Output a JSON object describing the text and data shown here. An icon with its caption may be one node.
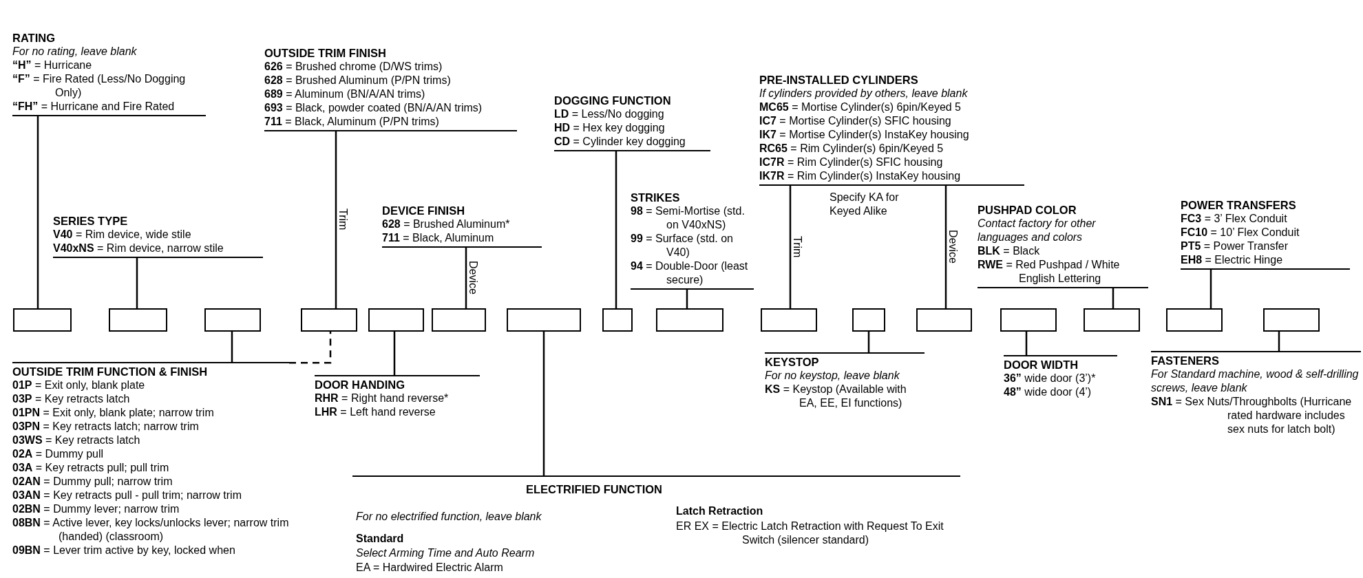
{
  "diagram": {
    "nodes": [
      {
        "text": [
          "RATING",
          "For no rating, leave blank",
          "**“H”** = Hurricane",
          "**“F”** = Fire Rated (Less/No Dogging Only)",
          "**“FH”** = Hurricane and Fire Rated"
        ]
      },
      {
        "text": [
          "SERIES TYPE",
          "**V40** = Rim device, wide stile",
          "**V40xNS** = Rim device, narrow stile"
        ]
      },
      {
        "text": [
          "OUTSIDE TRIM FINISH",
          "**626** = Brushed chrome (D/WS trims)",
          "**628** = Brushed Aluminum (P/PN trims)",
          "**689** = Aluminum (BN/A/AN trims)",
          "**693** = Black, powder coated (BN/A/AN trims)",
          "**711** = Black, Aluminum (P/PN trims)"
        ]
      },
      {
        "text": [
          "DEVICE FINISH",
          "**628** = Brushed Aluminum*",
          "**711** = Black, Aluminum"
        ]
      },
      {
        "text": [
          "DOGGING FUNCTION",
          "**LD** = Less/No dogging",
          "**HD** = Hex key dogging",
          "**CD** = Cylinder key dogging"
        ]
      },
      {
        "text": [
          "STRIKES",
          "**98** = Semi-Mortise (std. on V40xNS)",
          "**99** = Surface (std. on V40)",
          "**94** = Double-Door (least secure)"
        ]
      },
      {
        "text": [
          "PRE-INSTALLED CYLINDERS",
          "If cylinders provided by others, leave blank",
          "**MC65** = Mortise Cylinder(s) 6pin/Keyed 5",
          "**IC7** = Mortise Cylinder(s) SFIC housing",
          "**IK7** = Mortise Cylinder(s) InstaKey housing",
          "**RC65** = Rim Cylinder(s) 6pin/Keyed 5",
          "**IC7R** = Rim Cylinder(s) SFIC housing",
          "**IK7R** = Rim Cylinder(s) InstaKey housing"
        ]
      },
      {
        "text": [
          "PUSHPAD COLOR",
          "Contact factory for other languages and colors",
          "**BLK** = Black",
          "**RWE** = Red Pushpad / White English Lettering"
        ]
      },
      {
        "text": [
          "POWER TRANSFERS",
          "**FC3** = 3’ Flex Conduit",
          "**FC10** = 10’ Flex Conduit",
          "**PT5** = Power Transfer",
          "**EH8** = Electric Hinge"
        ]
      },
      {
        "text": [],
        "shape": "box"
      },
      {
        "text": [],
        "shape": "box"
      },
      {
        "text": [],
        "shape": "box"
      },
      {
        "text": [],
        "shape": "box"
      },
      {
        "text": [],
        "shape": "box"
      },
      {
        "text": [],
        "shape": "box"
      },
      {
        "text": [],
        "shape": "box"
      },
      {
        "text": [],
        "shape": "box"
      },
      {
        "text": [],
        "shape": "box"
      },
      {
        "text": [],
        "shape": "box"
      },
      {
        "text": [],
        "shape": "box"
      },
      {
        "text": [],
        "shape": "box"
      },
      {
        "text": [],
        "shape": "box"
      },
      {
        "text": [],
        "shape": "box"
      },
      {
        "text": [],
        "shape": "box"
      },
      {
        "text": [],
        "shape": "box"
      },
      {
        "text": [
          "OUTSIDE TRIM FUNCTION & FINISH",
          "**01P** = Exit only, blank plate",
          "**03P** = Key retracts latch",
          "**01PN** = Exit only, blank plate; narrow trim",
          "**03PN** = Key retracts latch; narrow trim",
          "**03WS** = Key retracts latch",
          "**02A** = Dummy pull",
          "**03A** = Key retracts pull; pull trim",
          "**02AN** = Dummy pull; narrow trim",
          "**03AN** = Key retracts pull - pull trim; narrow trim",
          "**02BN** = Dummy lever; narrow trim",
          "**08BN** = Active lever, key locks/unlocks lever; narrow trim (handed) (classroom)",
          "**09BN** = Lever trim active by key, locked when"
        ]
      },
      {
        "text": [
          "DOOR HANDING",
          "**RHR** = Right hand reverse*",
          "**LHR** = Left hand reverse"
        ]
      },
      {
        "text": [
          "ELECTRIFIED FUNCTION",
          "For no electrified function, leave blank",
          "Standard",
          "Select Arming Time and Auto Rearm",
          "EA = Hardwired Electric Alarm",
          "Latch Retraction",
          "ER EX = Electric Latch Retraction with Request To Exit Switch (silencer standard)"
        ]
      },
      {
        "text": [
          "KEYSTOP",
          "For no keystop, leave blank",
          "**KS** = Keystop (Available with EA, EE, EI functions)"
        ]
      },
      {
        "text": [
          "DOOR WIDTH",
          "**36”** wide door (3’)*",
          "**48”** wide door (4’)"
        ]
      },
      {
        "text": [
          "FASTENERS",
          "For Standard machine, wood & self-drilling screws, leave blank",
          "**SN1** = Sex Nuts/Throughbolts (Hurricane rated hardware includes sex nuts for latch bolt)"
        ]
      }
    ],
    "edges": [
      {
        "from": 0,
        "to": 9,
        "arrow": "none"
      },
      {
        "from": 1,
        "to": 10,
        "arrow": "none"
      },
      {
        "from": 2,
        "to": 12,
        "arrow": "none",
        "label": "Trim"
      },
      {
        "from": 3,
        "to": 14,
        "arrow": "none",
        "label": "Device"
      },
      {
        "from": 4,
        "to": 16,
        "arrow": "none"
      },
      {
        "from": 5,
        "to": 17,
        "arrow": "none"
      },
      {
        "from": 6,
        "to": 18,
        "arrow": "none",
        "label": "Trim"
      },
      {
        "from": 6,
        "to": 20,
        "arrow": "none",
        "label": "Device"
      },
      {
        "from": 7,
        "to": 22,
        "arrow": "none"
      },
      {
        "from": 8,
        "to": 23,
        "arrow": "none"
      },
      {
        "from": 25,
        "to": 11,
        "arrow": "none"
      },
      {
        "from": 25,
        "to": 12,
        "arrow": "none",
        "style": "dashed"
      },
      {
        "from": 26,
        "to": 13,
        "arrow": "none"
      },
      {
        "from": 27,
        "to": 15,
        "arrow": "none"
      },
      {
        "from": 28,
        "to": 19,
        "arrow": "none"
      },
      {
        "from": 29,
        "to": 21,
        "arrow": "none"
      },
      {
        "from": 30,
        "to": 24,
        "arrow": "none"
      }
    ],
    "labels": [
      "Specify KA for Keyed Alike"
    ]
  }
}
